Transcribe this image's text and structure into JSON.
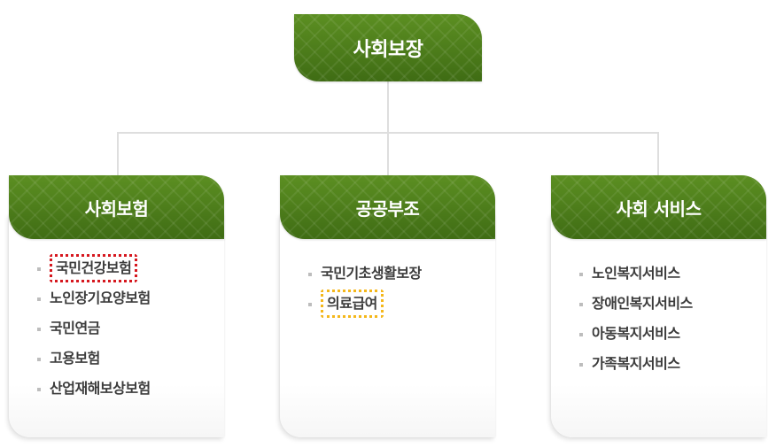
{
  "top": {
    "label": "사회보장"
  },
  "categories": [
    {
      "title": "사회보험",
      "items": [
        {
          "label": "국민건강보험",
          "highlight": "red"
        },
        {
          "label": "노인장기요양보험"
        },
        {
          "label": "국민연금"
        },
        {
          "label": "고용보험"
        },
        {
          "label": "산업재해보상보험"
        }
      ]
    },
    {
      "title": "공공부조",
      "items": [
        {
          "label": "국민기초생활보장"
        },
        {
          "label": "의료급여",
          "highlight": "yellow"
        }
      ]
    },
    {
      "title": "사회 서비스",
      "items": [
        {
          "label": "노인복지서비스"
        },
        {
          "label": "장애인복지서비스"
        },
        {
          "label": "아동복지서비스"
        },
        {
          "label": "가족복지서비스"
        }
      ]
    }
  ],
  "colors": {
    "header_green": "#4c7a1d",
    "highlight_red": "#d6171e",
    "highlight_yellow": "#f4b71b",
    "connector": "#dedede"
  }
}
